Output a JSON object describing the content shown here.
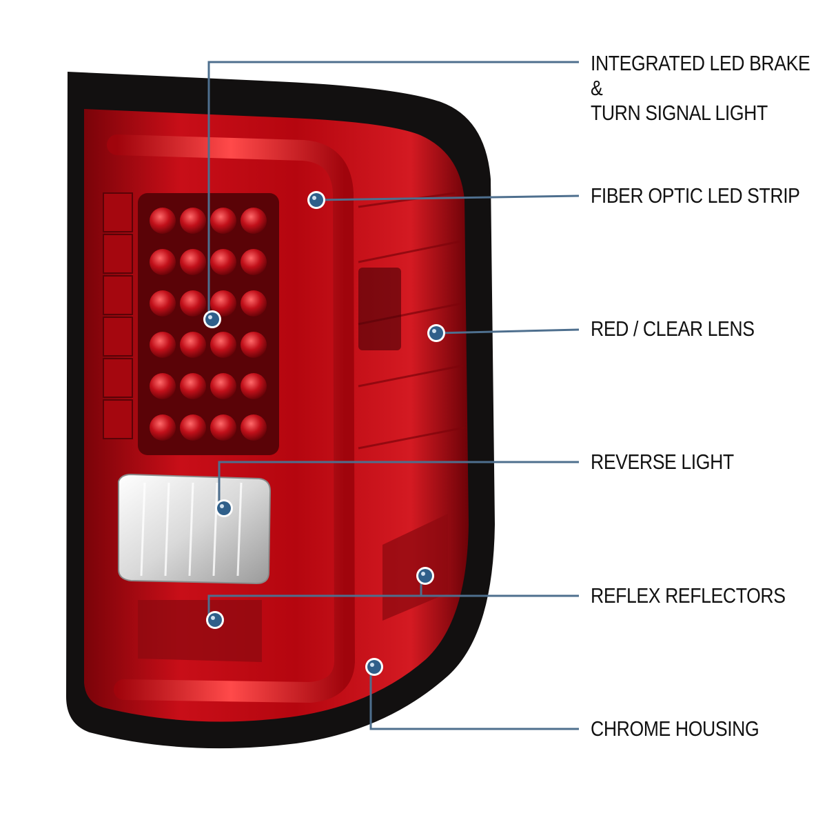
{
  "colors": {
    "leader_line": "#4e6f8e",
    "marker_fill": "#2f5f8a",
    "marker_ring": "#ffffff",
    "label_text": "#111111",
    "housing_black": "#121010",
    "lens_red": "#c40b16",
    "lens_dark_red": "#6d0208",
    "reverse_clear": "#f2f2f2"
  },
  "callouts": [
    {
      "id": "integrated-led",
      "label": "INTEGRATED LED BRAKE &\nTURN SIGNAL LIGHT"
    },
    {
      "id": "fiber-optic",
      "label": "FIBER OPTIC LED STRIP"
    },
    {
      "id": "lens",
      "label": "RED / CLEAR LENS"
    },
    {
      "id": "reverse",
      "label": "REVERSE LIGHT"
    },
    {
      "id": "reflex",
      "label": "REFLEX REFLECTORS"
    },
    {
      "id": "housing",
      "label": "CHROME HOUSING"
    }
  ]
}
